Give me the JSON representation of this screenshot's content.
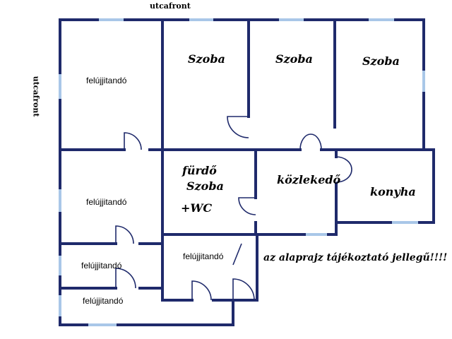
{
  "street_labels": {
    "top": "utcafront",
    "left": "utcafront"
  },
  "rooms": {
    "szoba_1": "Szoba",
    "szoba_2": "Szoba",
    "szoba_3": "Szoba",
    "furdo_line1": "fürdő",
    "furdo_line2": "Szoba",
    "wc": "+WC",
    "kozlekedo": "közlekedő",
    "konyha": "konyha",
    "felujitando_1": "felújjitandó",
    "felujitando_2": "felújjitandó",
    "felujitando_3": "felújjitandó",
    "felujitando_4": "felújjitandó",
    "felujitando_5": "felújjitandó"
  },
  "note": "az alaprajz tájékoztató jellegű!!!!",
  "colors": {
    "wall": "#1f2a6b",
    "window": "#a9c7e8"
  }
}
